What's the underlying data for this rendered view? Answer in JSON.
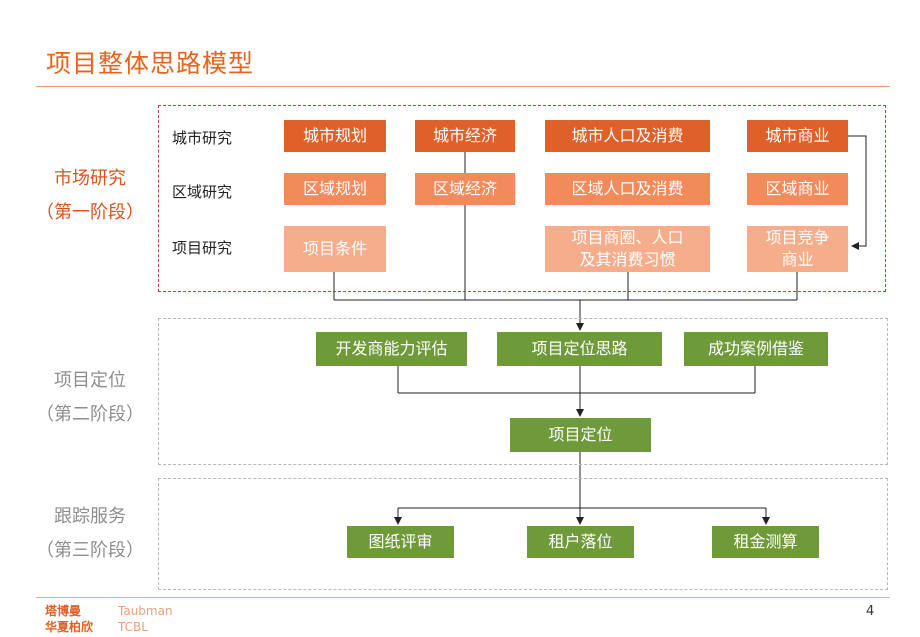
{
  "title": "项目整体思路模型",
  "page_number": "4",
  "logo": {
    "cn_line1": "塔博曼",
    "cn_line2": "华夏柏欣",
    "en_line1": "Taubman",
    "en_line2": "TCBL"
  },
  "stages": [
    {
      "name": "市场研究",
      "sub": "（第一阶段）"
    },
    {
      "name": "项目定位",
      "sub": "（第二阶段）"
    },
    {
      "name": "跟踪服务",
      "sub": "（第三阶段）"
    }
  ],
  "row_labels": [
    "城市研究",
    "区域研究",
    "项目研究"
  ],
  "research": {
    "city": [
      "城市规划",
      "城市经济",
      "城市人口及消费",
      "城市商业"
    ],
    "region": [
      "区域规划",
      "区域经济",
      "区域人口及消费",
      "区域商业"
    ],
    "project": {
      "a": "项目条件",
      "c1": "项目商圈、人口",
      "c2": "及其消费习惯",
      "d1": "项目竞争",
      "d2": "商业"
    }
  },
  "positioning": {
    "inputs": [
      "开发商能力评估",
      "项目定位思路",
      "成功案例借鉴"
    ],
    "result": "项目定位"
  },
  "tracking": [
    "图纸评审",
    "租户落位",
    "租金测算"
  ]
}
